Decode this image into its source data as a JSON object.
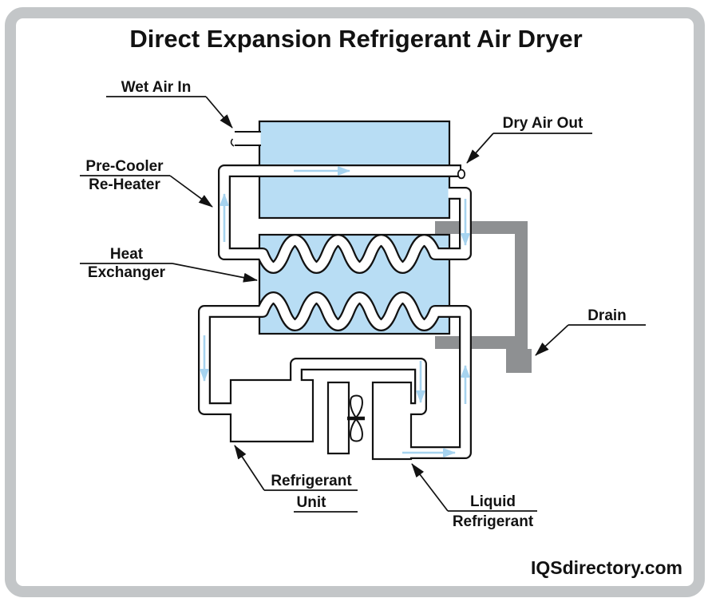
{
  "title": "Direct Expansion Refrigerant Air Dryer",
  "watermark": "IQSdirectory.com",
  "labels": {
    "wet_air_in": "Wet Air In",
    "dry_air_out": "Dry Air Out",
    "pre_cooler_line1": "Pre-Cooler",
    "pre_cooler_line2": "Re-Heater",
    "heat_exchanger_line1": "Heat",
    "heat_exchanger_line2": "Exchanger",
    "drain": "Drain",
    "refrigerant_unit_line1": "Refrigerant",
    "refrigerant_unit_line2": "Unit",
    "liquid_refrigerant_line1": "Liquid",
    "liquid_refrigerant_line2": "Refrigerant"
  },
  "colors": {
    "box_fill": "#b8ddf4",
    "flow_arrow": "#a6d3ef",
    "drain_gray": "#8e9092",
    "frame_gray": "#c3c6c8",
    "line_black": "#121212"
  }
}
